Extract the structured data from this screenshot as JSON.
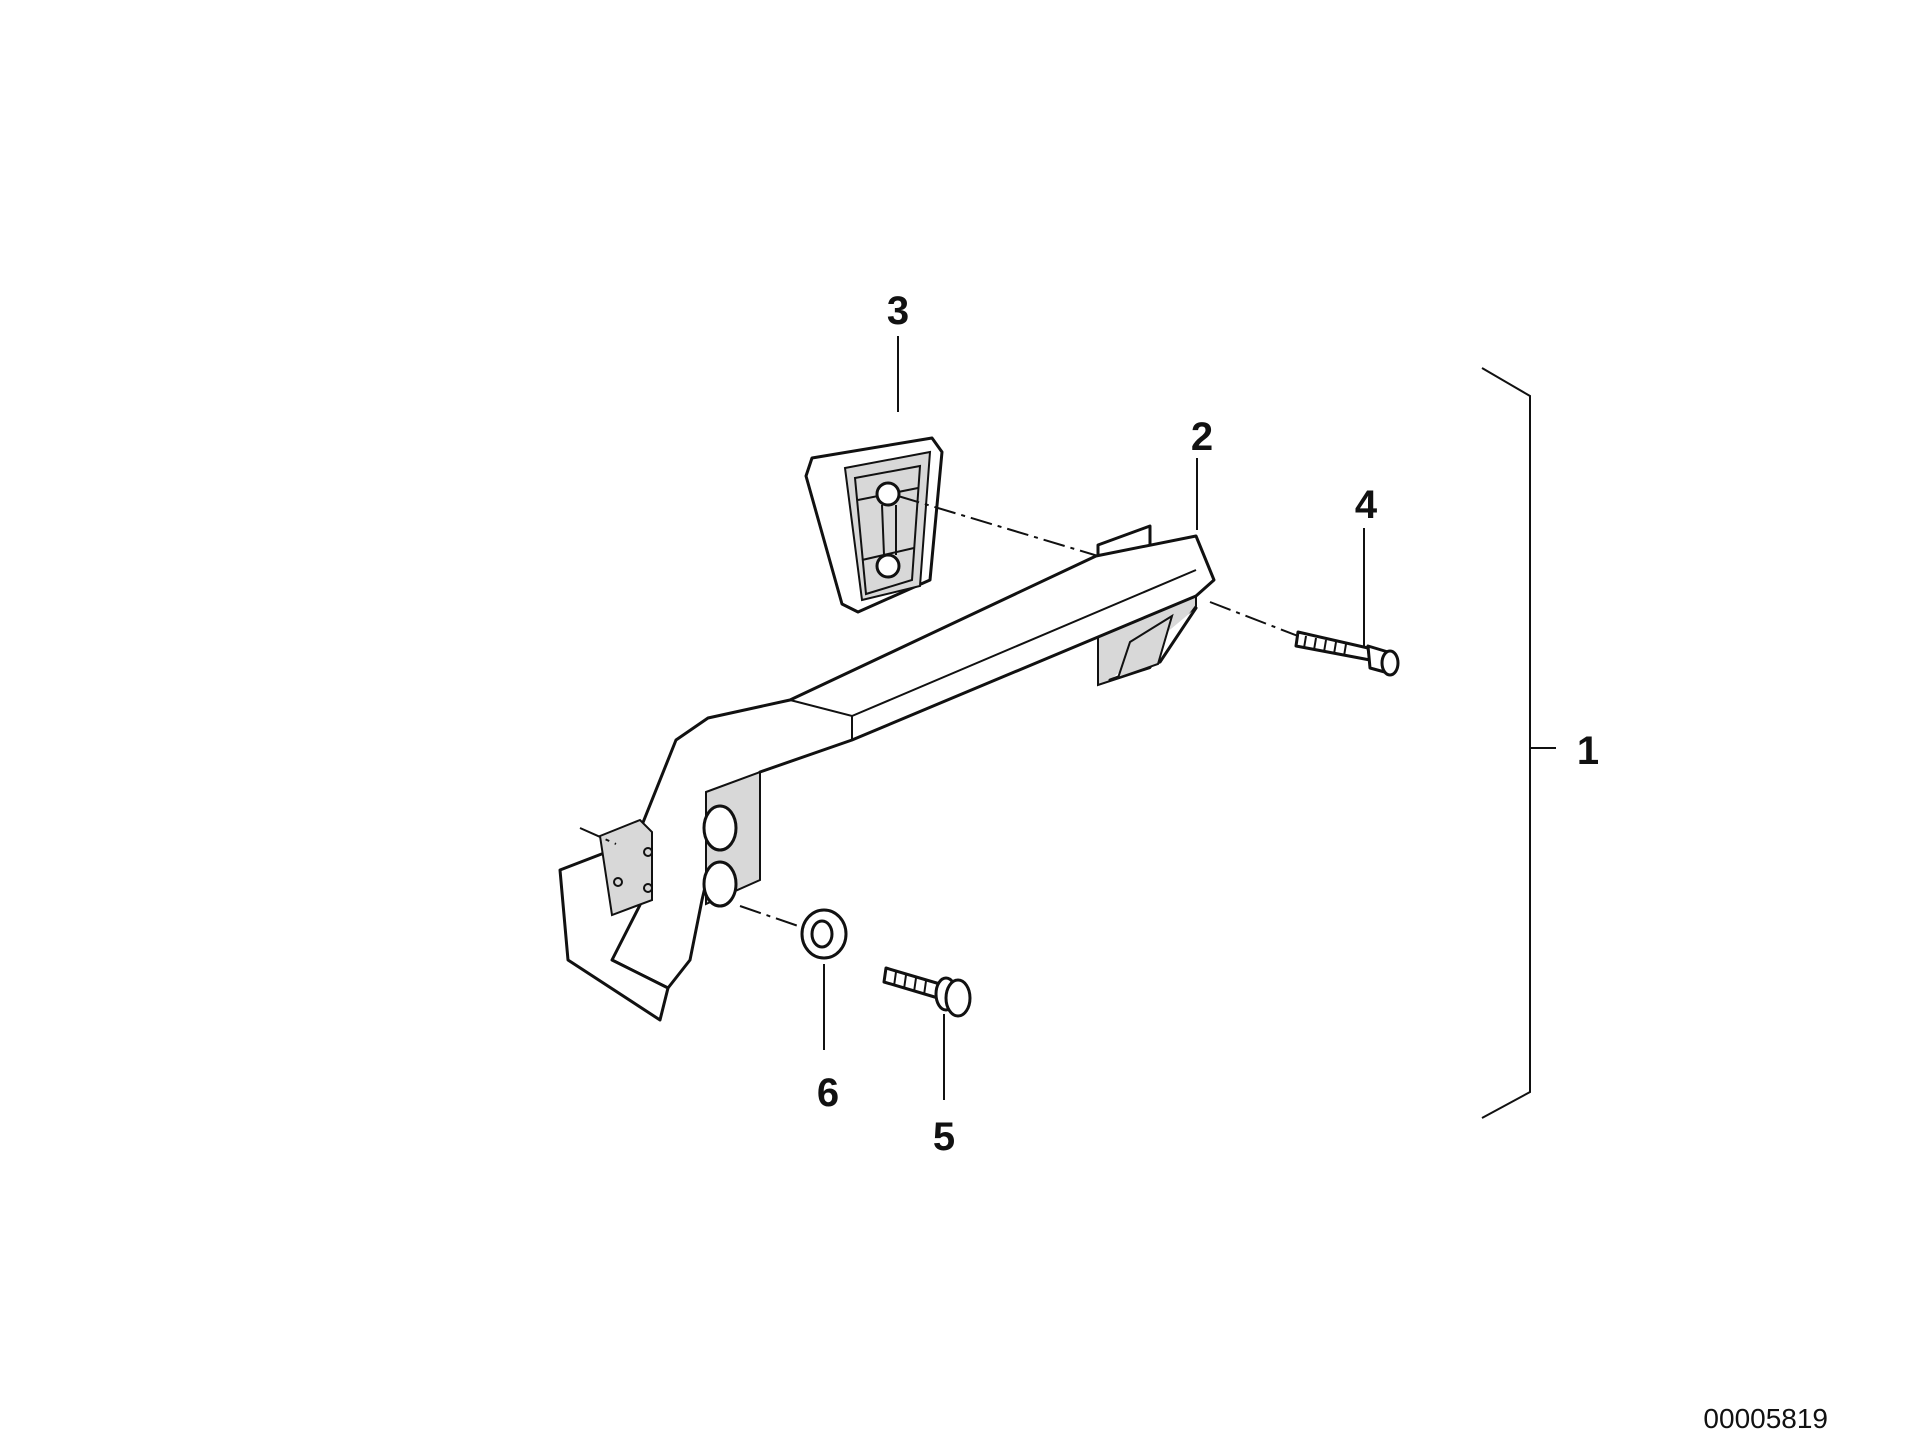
{
  "callouts": {
    "c1": "1",
    "c2": "2",
    "c3": "3",
    "c4": "4",
    "c5": "5",
    "c6": "6"
  },
  "reference_number": "00005819"
}
